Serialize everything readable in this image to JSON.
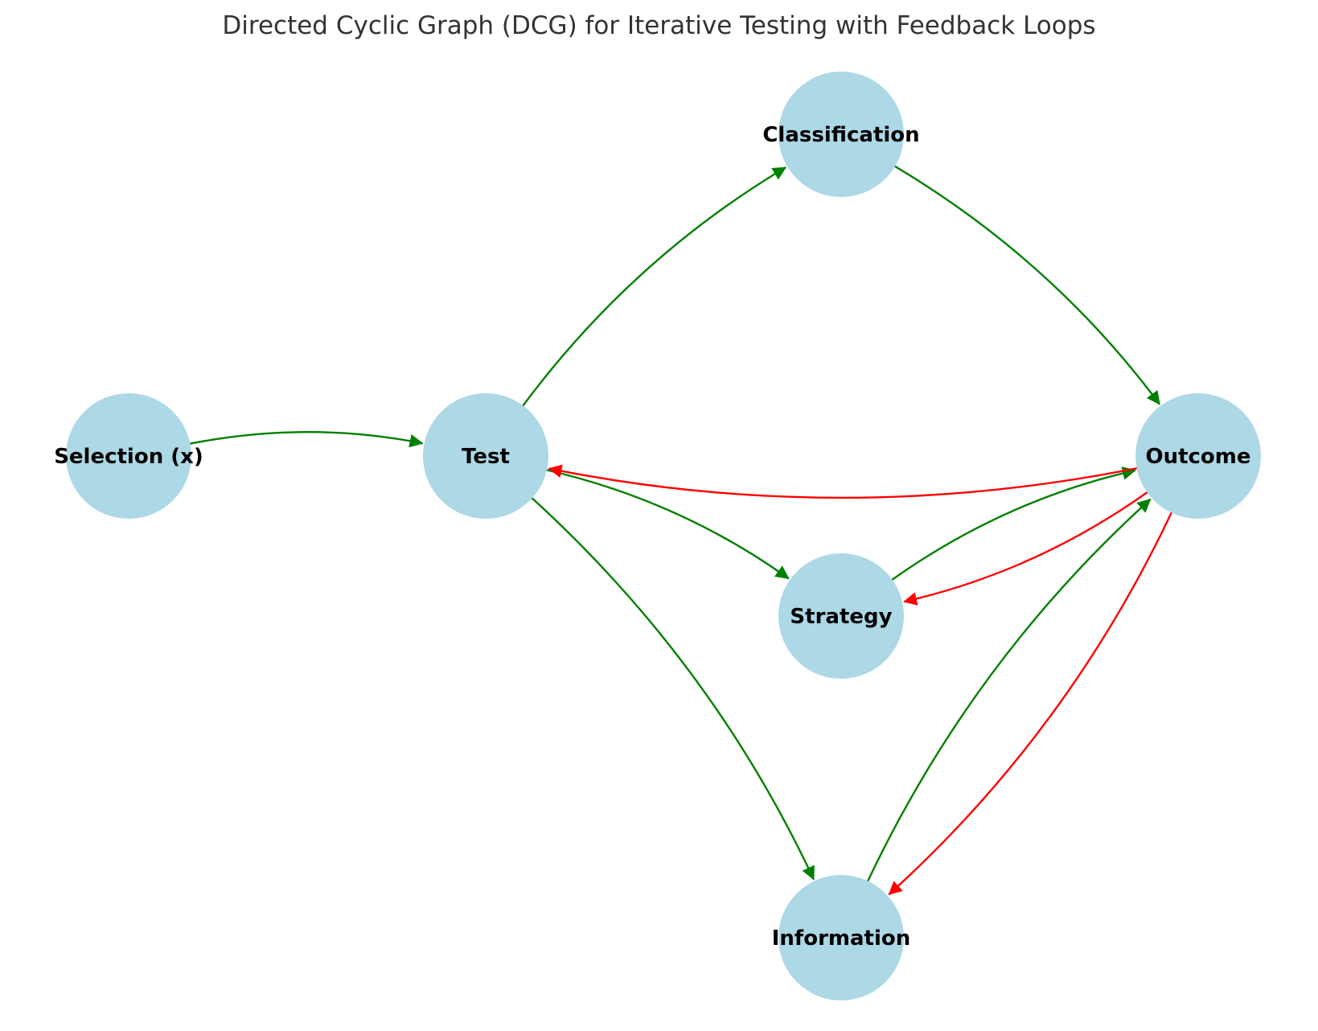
{
  "title": "Directed Cyclic Graph (DCG) for Iterative Testing with Feedback Loops",
  "colors": {
    "node_fill": "#add8e6",
    "forward_edge": "#008000",
    "feedback_edge": "#ff0000",
    "title_text": "#333333",
    "label_text": "#000000"
  },
  "nodes": [
    {
      "id": "selection",
      "label": "Selection (x)"
    },
    {
      "id": "test",
      "label": "Test"
    },
    {
      "id": "classification",
      "label": "Classification"
    },
    {
      "id": "strategy",
      "label": "Strategy"
    },
    {
      "id": "information",
      "label": "Information"
    },
    {
      "id": "outcome",
      "label": "Outcome"
    }
  ],
  "edges": [
    {
      "from": "selection",
      "to": "test",
      "kind": "forward"
    },
    {
      "from": "test",
      "to": "classification",
      "kind": "forward"
    },
    {
      "from": "test",
      "to": "strategy",
      "kind": "forward"
    },
    {
      "from": "test",
      "to": "information",
      "kind": "forward"
    },
    {
      "from": "classification",
      "to": "outcome",
      "kind": "forward"
    },
    {
      "from": "strategy",
      "to": "outcome",
      "kind": "forward"
    },
    {
      "from": "information",
      "to": "outcome",
      "kind": "forward"
    },
    {
      "from": "outcome",
      "to": "test",
      "kind": "feedback"
    },
    {
      "from": "outcome",
      "to": "strategy",
      "kind": "feedback"
    },
    {
      "from": "outcome",
      "to": "information",
      "kind": "feedback"
    }
  ]
}
